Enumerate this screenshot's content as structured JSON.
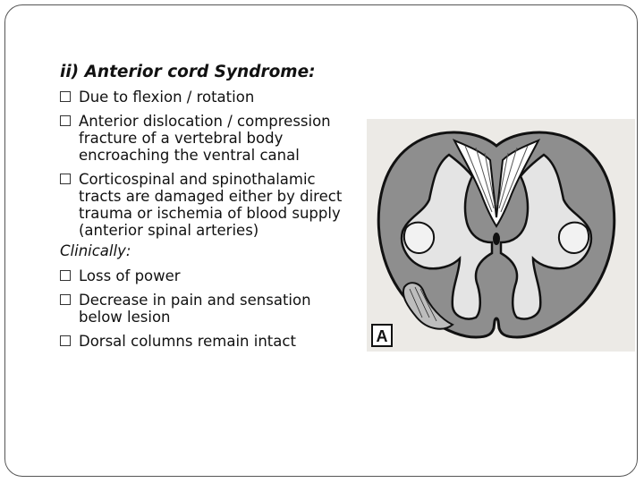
{
  "slide": {
    "title": "ii) Anterior cord Syndrome:",
    "bullets": [
      "Due to flexion / rotation",
      "Anterior dislocation / compression fracture of a vertebral body encroaching the ventral canal",
      "Corticospinal and spinothalamic tracts are damaged either by direct trauma or  ischemia of blood supply (anterior spinal arteries)"
    ],
    "clinical_label": "Clinically:",
    "clinical_bullets": [
      "Loss of power",
      "Decrease in pain and sensation below lesion",
      "Dorsal columns remain intact"
    ],
    "figure_label": "A"
  }
}
